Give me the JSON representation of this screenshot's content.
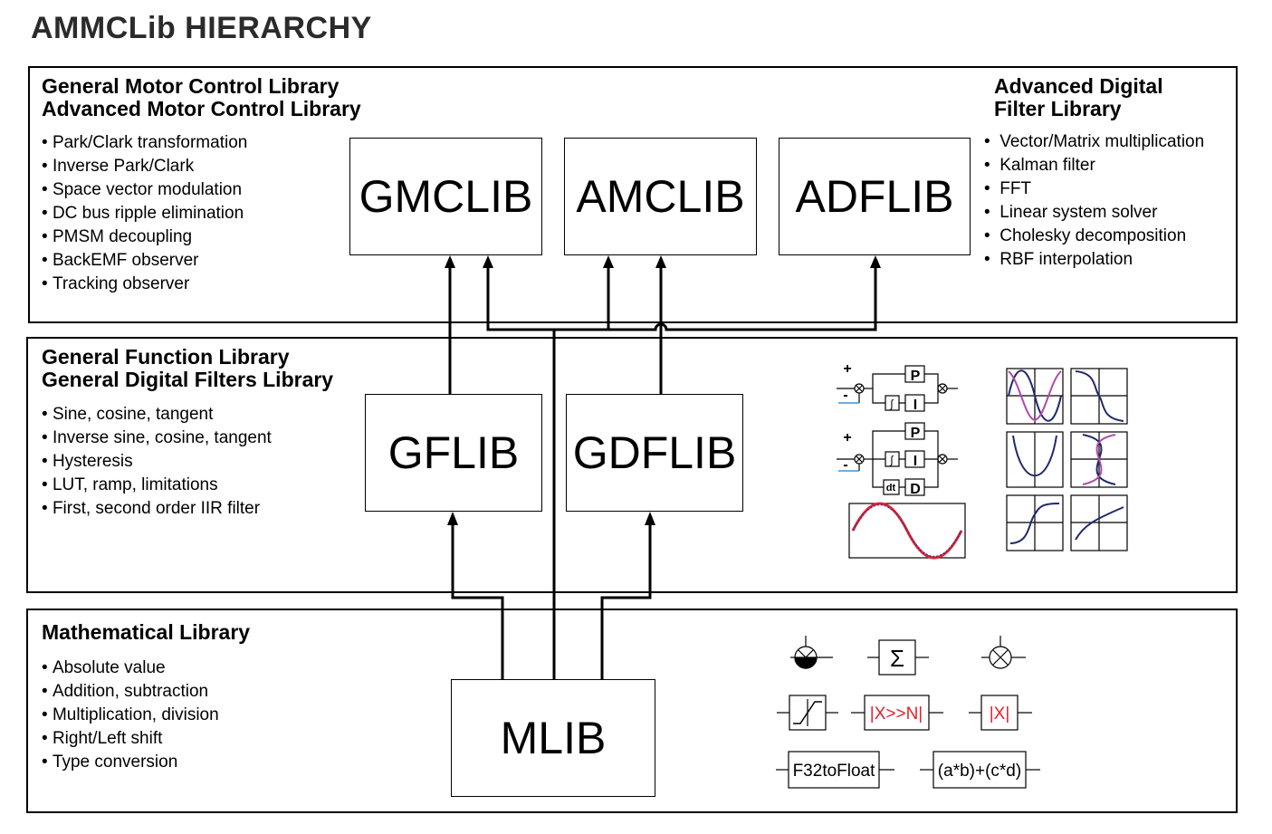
{
  "title": "AMMCLib HIERARCHY",
  "top_layer": {
    "heading_line1": "General Motor Control Library",
    "heading_line2": "Advanced Motor Control Library",
    "bullets": [
      "Park/Clark transformation",
      "Inverse Park/Clark",
      "Space vector modulation",
      "DC bus ripple elimination",
      "PMSM decoupling",
      "BackEMF observer",
      "Tracking observer"
    ],
    "right_heading_line1": "Advanced Digital",
    "right_heading_line2": "Filter Library",
    "right_bullets": [
      "Vector/Matrix multiplication",
      "Kalman filter",
      "FFT",
      "Linear system solver",
      "Cholesky decomposition",
      "RBF interpolation"
    ],
    "boxes": [
      "GMCLIB",
      "AMCLIB",
      "ADFLIB"
    ]
  },
  "middle_layer": {
    "heading_line1": "General Function Library",
    "heading_line2": "General Digital Filters Library",
    "bullets": [
      "Sine, cosine, tangent",
      "Inverse sine, cosine, tangent",
      "Hysteresis",
      "LUT, ramp, limitations",
      "First, second order IIR filter"
    ],
    "boxes": [
      "GFLIB",
      "GDFLIB"
    ],
    "pid_labels": {
      "plus": "+",
      "minus": "-",
      "p": "P",
      "i": "I",
      "d": "D",
      "dt": "dt",
      "integral": "∫"
    }
  },
  "bottom_layer": {
    "heading": "Mathematical Library",
    "bullets": [
      "Absolute value",
      "Addition, subtraction",
      "Multiplication, division",
      "Right/Left shift",
      "Type conversion"
    ],
    "box": "MLIB",
    "symbols": {
      "sum": "Σ",
      "shift": "|X>>N|",
      "abs": "|X|",
      "convert": "F32toFloat",
      "mac": "(a*b)+(c*d)"
    }
  },
  "colors": {
    "accent_red": "#e8202a",
    "accent_purple": "#b04aa8",
    "navy": "#1f2a6b",
    "wave_blue": "#2a3d9c"
  }
}
